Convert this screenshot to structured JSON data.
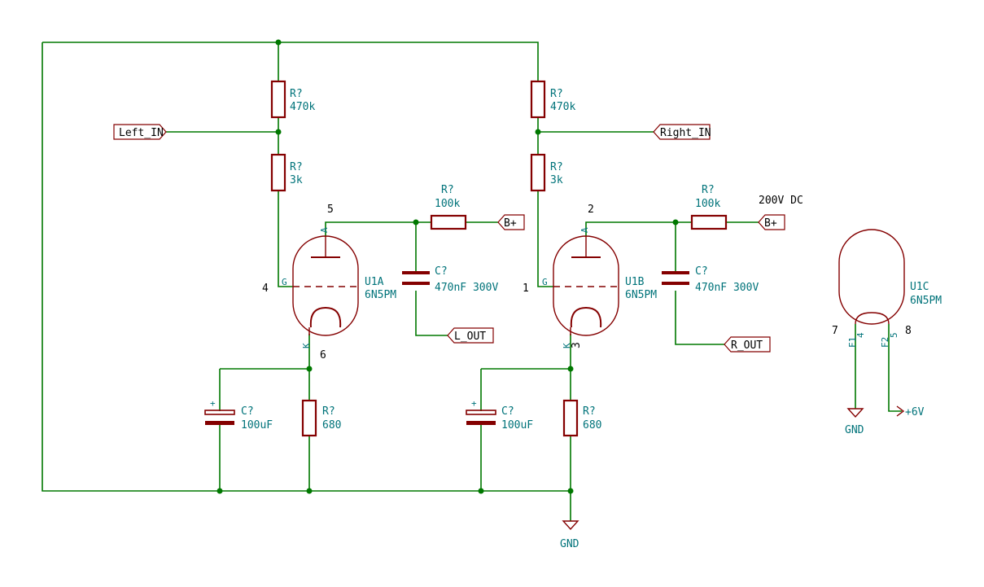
{
  "labels": {
    "r_top_left": {
      "ref": "R?",
      "value": "470k"
    },
    "r_grid_left": {
      "ref": "R?",
      "value": "3k"
    },
    "r_plate_left": {
      "ref": "R?",
      "value": "100k"
    },
    "c_out_left": {
      "ref": "C?",
      "value": "470nF 300V"
    },
    "c_cath_left": {
      "ref": "C?",
      "value": "100uF"
    },
    "r_cath_left": {
      "ref": "R?",
      "value": "680"
    },
    "tube_left": {
      "ref": "U1A",
      "value": "6N5PM"
    },
    "r_top_right": {
      "ref": "R?",
      "value": "470k"
    },
    "r_grid_right": {
      "ref": "R?",
      "value": "3k"
    },
    "r_plate_right": {
      "ref": "R?",
      "value": "100k"
    },
    "c_out_right": {
      "ref": "C?",
      "value": "470nF 300V"
    },
    "c_cath_right": {
      "ref": "C?",
      "value": "100uF"
    },
    "r_cath_right": {
      "ref": "R?",
      "value": "680"
    },
    "tube_right": {
      "ref": "U1B",
      "value": "6N5PM"
    },
    "tube_heater": {
      "ref": "U1C",
      "value": "6N5PM"
    }
  },
  "nets": {
    "left_in": "Left_IN",
    "right_in": "Right_IN",
    "bplus": "B+",
    "l_out": "L_OUT",
    "r_out": "R_OUT",
    "gnd": "GND",
    "plus6v": "+6V",
    "supply_note": "200V DC"
  },
  "pins": {
    "left_anode": "5",
    "left_grid": "4",
    "left_cathode": "6",
    "right_anode": "2",
    "right_grid": "1",
    "right_cathode": "3",
    "heater_f1": "7",
    "heater_f2": "8",
    "heater_f1_inner": "4",
    "heater_f2_inner": "5"
  },
  "pin_names": {
    "anode": "A",
    "grid": "G",
    "cathode": "K",
    "f1": "F1",
    "f2": "F2",
    "plus": "+"
  }
}
